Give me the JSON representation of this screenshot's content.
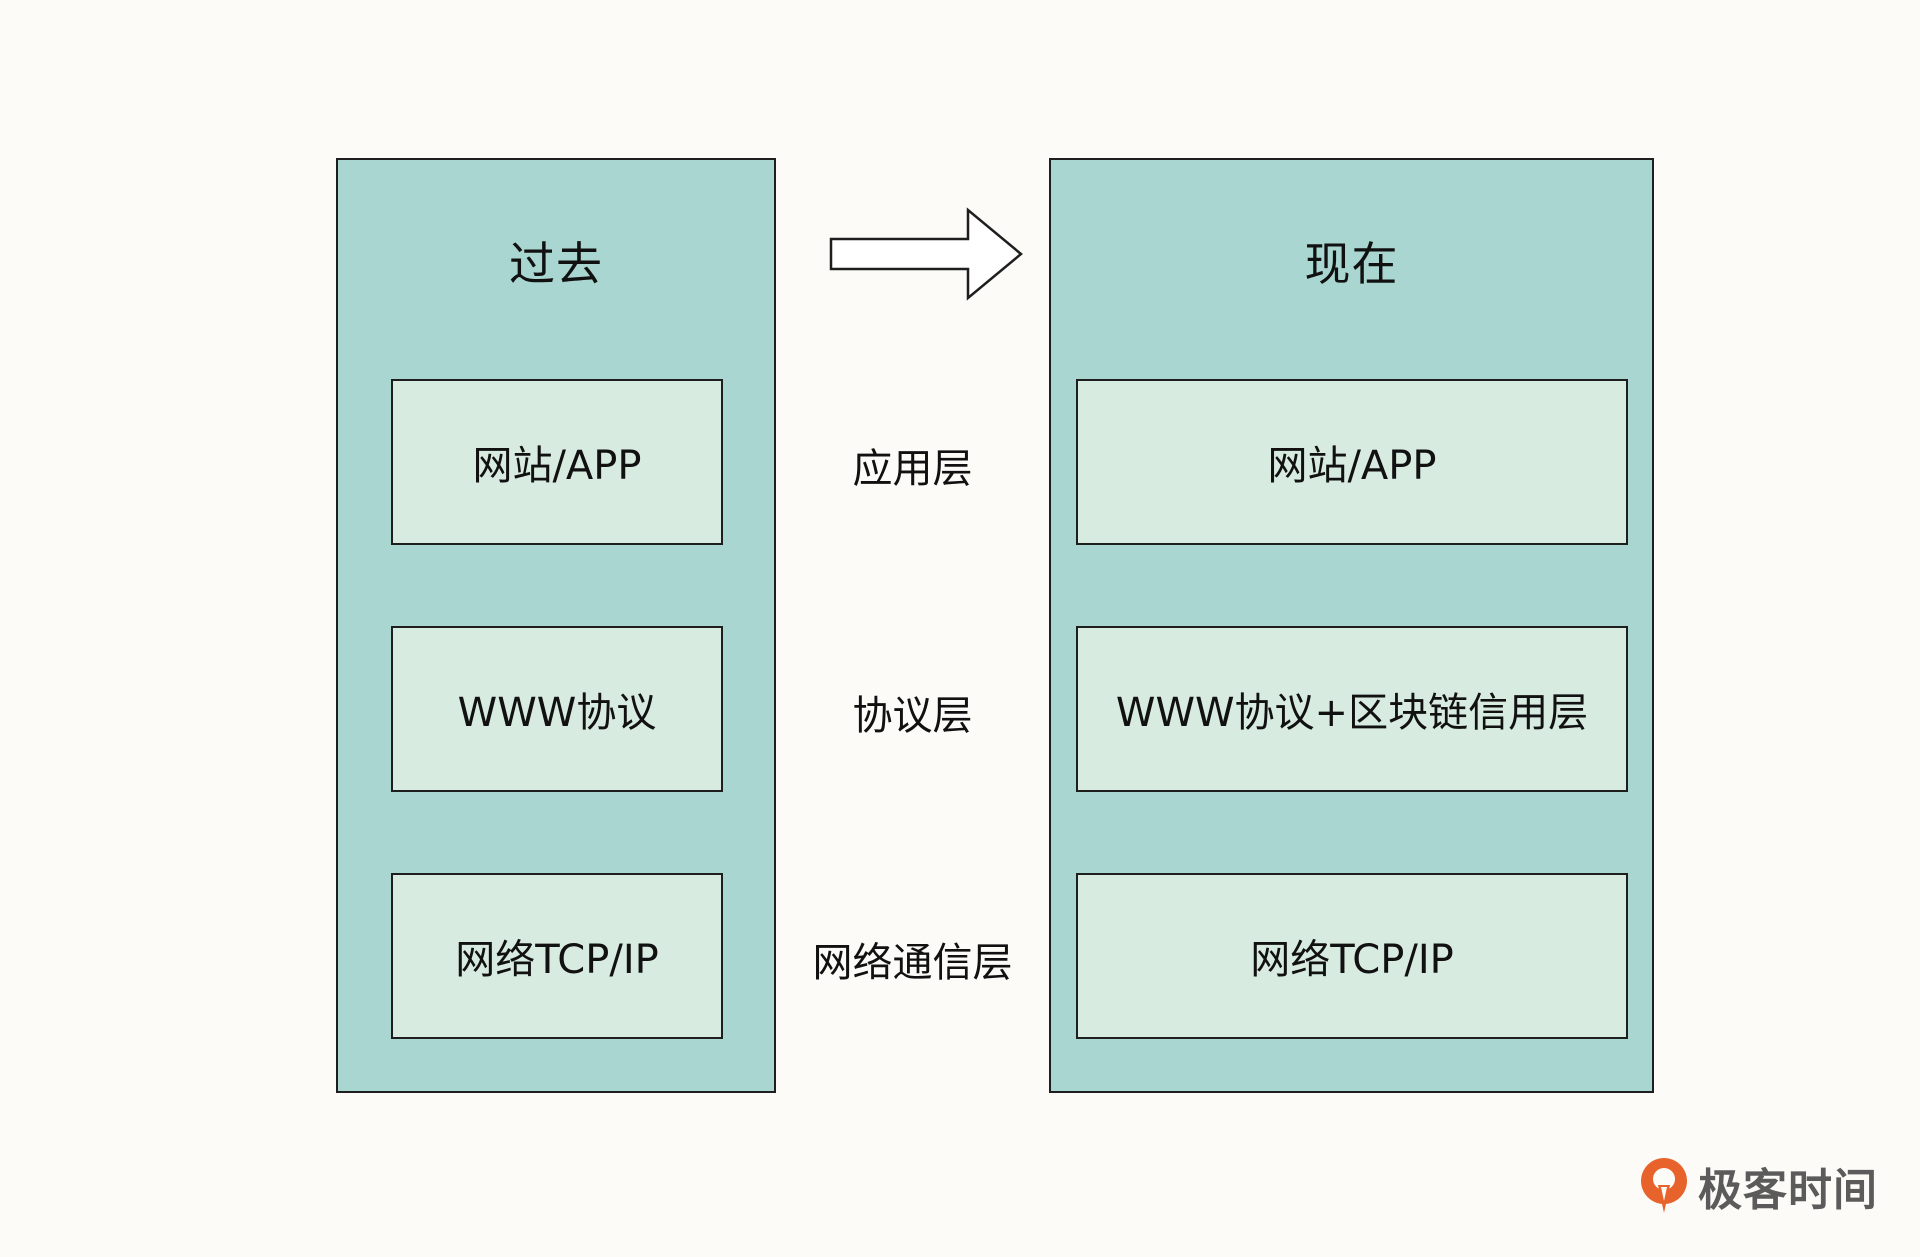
{
  "diagram": {
    "past": {
      "title": "过去",
      "layers": [
        "网站/APP",
        "WWW协议",
        "网络TCP/IP"
      ]
    },
    "present": {
      "title": "现在",
      "layers": [
        "网站/APP",
        "WWW协议+区块链信用层",
        "网络TCP/IP"
      ]
    },
    "layer_names": [
      "应用层",
      "协议层",
      "网络通信层"
    ],
    "arrow_icon": "right-arrow-icon"
  },
  "branding": {
    "logo_icon": "geektime-logo-icon",
    "logo_text": "极客时间",
    "logo_color": "#e8632b"
  },
  "colors": {
    "background": "#fcfbf7",
    "column_fill": "#a9d6d1",
    "box_fill": "#d8ebe1",
    "stroke": "#1e1e1e"
  }
}
